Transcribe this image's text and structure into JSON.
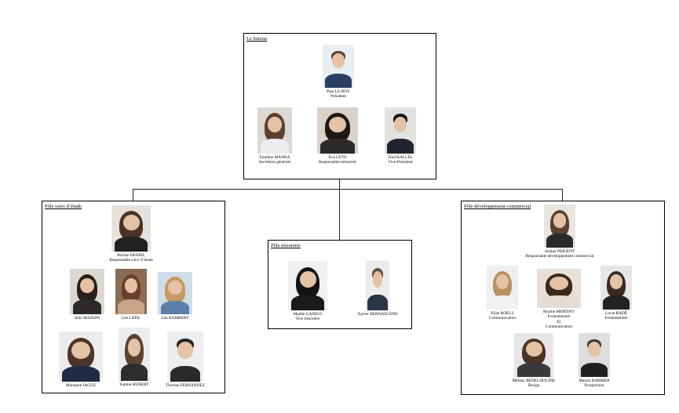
{
  "groups": {
    "bureau": {
      "title": "Le bureau",
      "members": [
        {
          "name": "Paul LE ROY",
          "role": "Président"
        },
        {
          "name": "Emeline MANKA",
          "role": "Secrétaire générale"
        },
        {
          "name": "Eva LETO",
          "role": "Responsable trésorerie"
        },
        {
          "name": "Zied KALLEL",
          "role": "Vice-Président"
        }
      ]
    },
    "suivi": {
      "title": "Pôle suivi d’étude",
      "members": [
        {
          "name": "Perrine DENIEL",
          "role": "Responsable suivi d’étude"
        },
        {
          "name": "Julie MAZEPA",
          "role": ""
        },
        {
          "name": "Léa LATIL",
          "role": ""
        },
        {
          "name": "Léa RAMBERT",
          "role": ""
        },
        {
          "name": "Marianne JAGUE",
          "role": ""
        },
        {
          "name": "Sophie HUBERT",
          "role": ""
        },
        {
          "name": "Thomas FERNANDEZ",
          "role": ""
        }
      ]
    },
    "tresorerie": {
      "title": "Pôle trésorerie",
      "members": [
        {
          "name": "Maelle GADIGO",
          "role": "Vice trésorière"
        },
        {
          "name": "Xavier BERNASCONE",
          "role": ""
        }
      ]
    },
    "dev": {
      "title": "Pôle développement commercial",
      "members": [
        {
          "name": "Justine PRIGENT",
          "role": "Responsable développement commercial"
        },
        {
          "name": "Elise ROËLS",
          "role": "Communication"
        },
        {
          "name": "Marine MERTINY",
          "role": "Evénementiel\nEt\nCommunication"
        },
        {
          "name": "Lucie RADÉ",
          "role": "Evénementiel"
        },
        {
          "name": "Mélany BENELHOCINE",
          "role": "Design"
        },
        {
          "name": "Manon BARBIER",
          "role": "Prospection"
        }
      ]
    }
  }
}
